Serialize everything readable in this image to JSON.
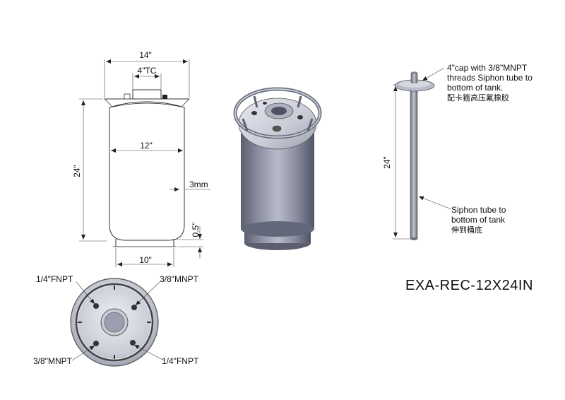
{
  "front_view": {
    "width_top": "14\"",
    "tc_size": "4\"TC",
    "inner_width": "12\"",
    "height": "24\"",
    "wall": "3mm",
    "leg_height": "0.5\"",
    "base_width": "10\""
  },
  "top_view": {
    "port_top_left": "1/4\"FNPT",
    "port_top_right": "3/8\"MNPT",
    "port_bottom_left": "3/8\"MNPT",
    "port_bottom_right": "1/4\"FNPT"
  },
  "siphon_view": {
    "length": "24\"",
    "cap_note_line1": "4\"cap with 3/8\"MNPT",
    "cap_note_line2": "threads Siphon tube to",
    "cap_note_line3": "bottom of tank.",
    "cap_note_cn": "配卡箍高压氟橡胶",
    "tube_note_line1": "Siphon tube to",
    "tube_note_line2": "bottom of tank",
    "tube_note_cn": "伸到桶底"
  },
  "part_number": "EXA-REC-12X24IN"
}
